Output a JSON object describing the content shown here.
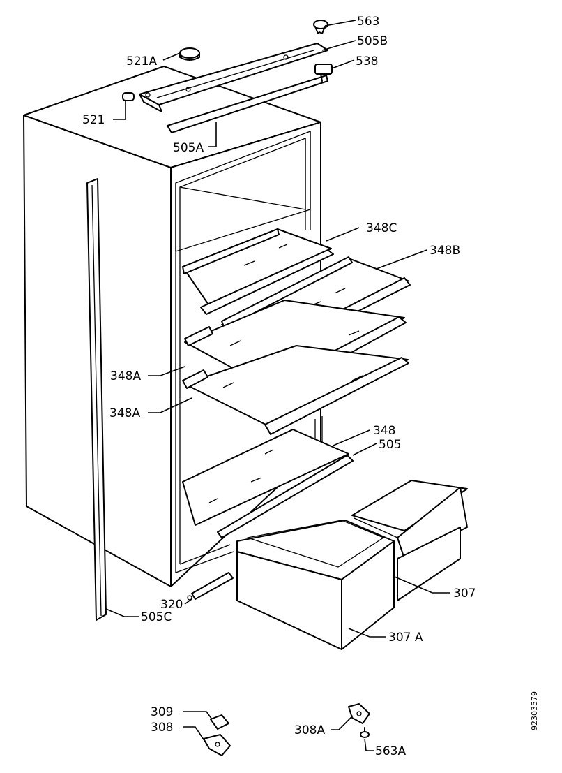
{
  "diagram": {
    "labels": {
      "p563": "563",
      "p505b": "505B",
      "p521a": "521A",
      "p538": "538",
      "p521": "521",
      "p505a": "505A",
      "p348c": "348C",
      "p348b": "348B",
      "p348a_1": "348A",
      "p348a_2": "348A",
      "p348": "348",
      "p505": "505",
      "p307": "307",
      "p320": "320",
      "p505c": "505C",
      "p307a": "307 A",
      "p309": "309",
      "p308": "308",
      "p308a": "308A",
      "p563a": "563A"
    },
    "doc_number": "92303579"
  }
}
